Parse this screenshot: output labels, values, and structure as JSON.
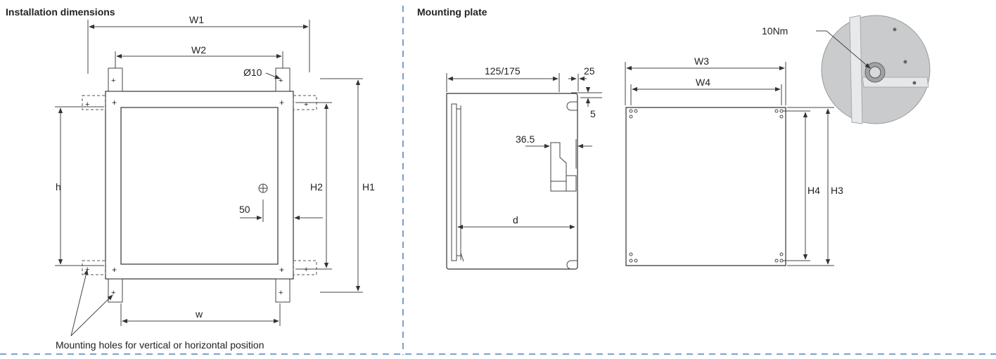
{
  "panels": {
    "installation_title": "Installation dimensions",
    "mounting_title": "Mounting plate"
  },
  "labels": {
    "W1": "W1",
    "W2": "W2",
    "hole": "Ø10",
    "h": "h",
    "H2": "H2",
    "H1": "H1",
    "fifty": "50",
    "w": "w",
    "note": "Mounting holes for vertical or horizontal position",
    "depth_range": "125/175",
    "twentyfive": "25",
    "five": "5",
    "thirtysix": "36.5",
    "d": "d",
    "W3": "W3",
    "W4": "W4",
    "H4": "H4",
    "H3": "H3",
    "torque": "10Nm"
  },
  "colors": {
    "separator": "#2f6bb3",
    "drawing": "#333333"
  }
}
